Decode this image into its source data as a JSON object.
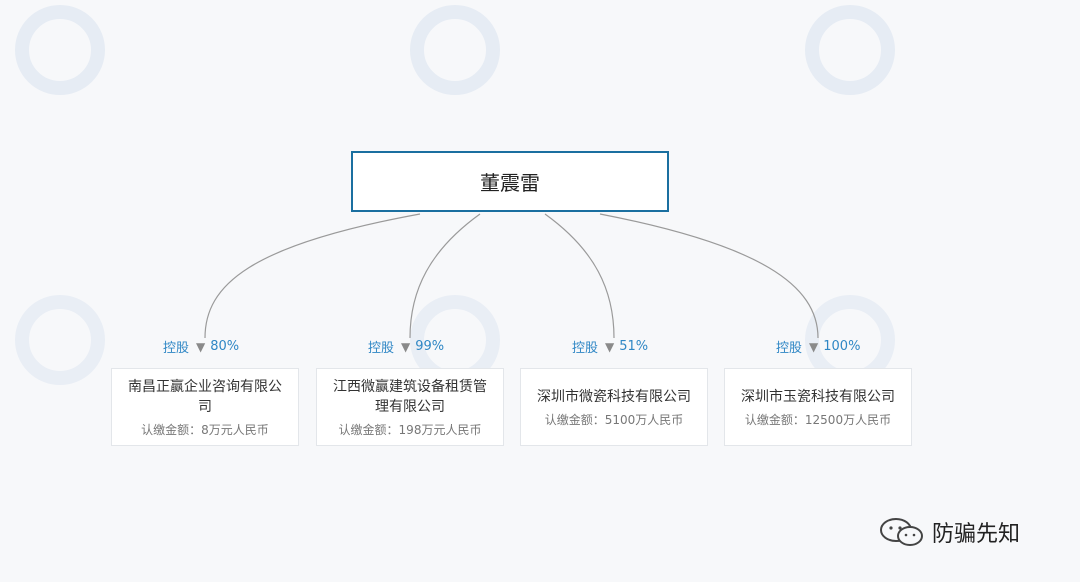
{
  "root": {
    "name": "董震雷"
  },
  "holdings": [
    {
      "relation": "控股",
      "percent": "80%",
      "company": "南昌正赢企业咨询有限公司",
      "capital": "认缴金额：8万元人民币"
    },
    {
      "relation": "控股",
      "percent": "99%",
      "company": "江西微赢建筑设备租赁管理有限公司",
      "capital": "认缴金额：198万元人民币"
    },
    {
      "relation": "控股",
      "percent": "51%",
      "company": "深圳市微瓷科技有限公司",
      "capital": "认缴金额：5100万人民币"
    },
    {
      "relation": "控股",
      "percent": "100%",
      "company": "深圳市玉瓷科技有限公司",
      "capital": "认缴金额：12500万人民币"
    }
  ],
  "logo": {
    "text": "防骗先知",
    "icon": "wechat-icon"
  },
  "colors": {
    "accent": "#2f87c5",
    "root_border": "#1a6fa0",
    "edge": "#9a9a9a"
  }
}
